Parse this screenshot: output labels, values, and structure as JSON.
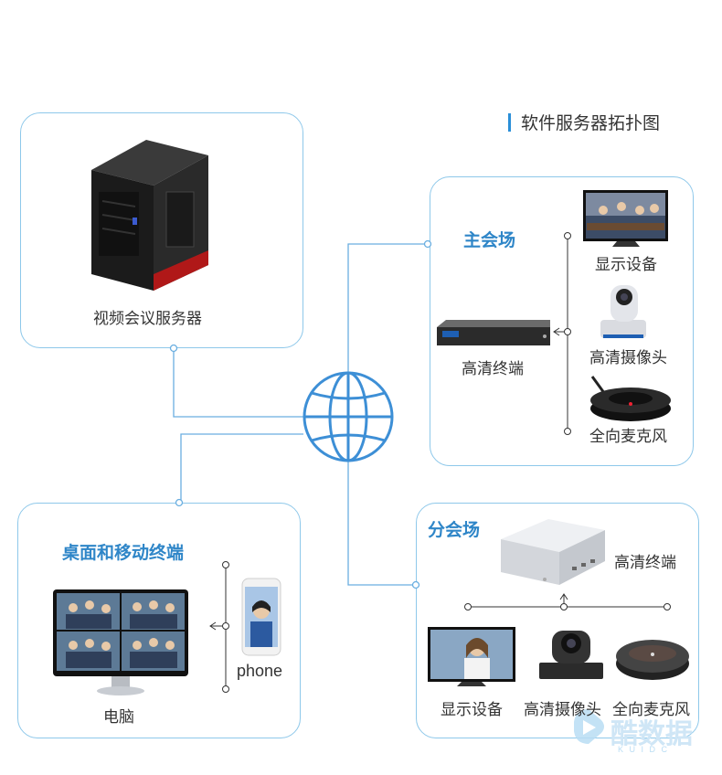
{
  "page_title": "软件服务器拓扑图",
  "server": {
    "label": "视频会议服务器"
  },
  "main_venue": {
    "title": "主会场",
    "terminal_label": "高清终端",
    "display_label": "显示设备",
    "camera_label": "高清摄像头",
    "mic_label": "全向麦克风"
  },
  "branch_venue": {
    "title": "分会场",
    "terminal_label": "高清终端",
    "display_label": "显示设备",
    "camera_label": "高清摄像头",
    "mic_label": "全向麦克风"
  },
  "desktop": {
    "title": "桌面和移动终端",
    "pc_label": "电脑",
    "phone_label": "phone"
  },
  "watermark": {
    "text": "酷数据",
    "sub": "K U I D C"
  },
  "colors": {
    "line": "#6aaee0",
    "box_border": "#8ec8ea",
    "accent": "#2f86c8",
    "globe": "#3d8fd6"
  }
}
